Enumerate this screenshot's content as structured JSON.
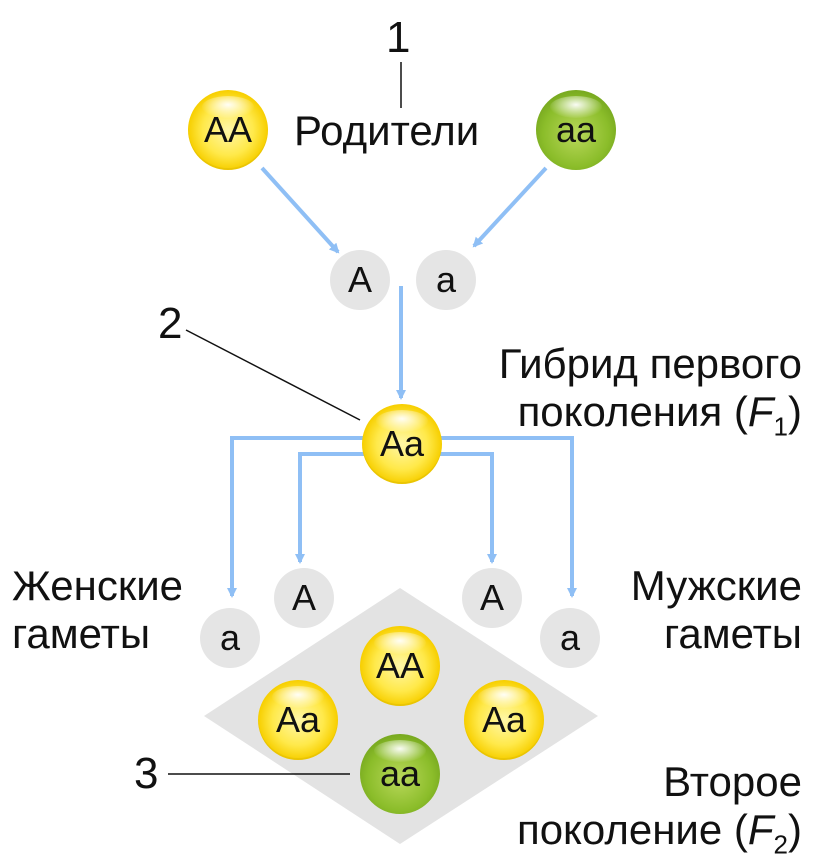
{
  "labels": {
    "parents": "Родители",
    "f1_line1": "Гибрид первого",
    "f1_line2_prefix": "поколения (",
    "f1_symbol": "F",
    "f1_sub": "1",
    "f1_suffix": ")",
    "female_line1": "Женские",
    "female_line2": "гаметы",
    "male_line1": "Мужские",
    "male_line2": "гаметы",
    "f2_line1": "Второе",
    "f2_line2_prefix": "поколение (",
    "f2_symbol": "F",
    "f2_sub": "2",
    "f2_suffix": ")"
  },
  "callouts": {
    "c1": "1",
    "c2": "2",
    "c3": "3"
  },
  "parents": {
    "left": "AA",
    "right": "aa"
  },
  "parent_gametes": {
    "left": "A",
    "right": "a"
  },
  "f1": "Aa",
  "gametes": {
    "female_outer": "a",
    "female_inner": "A",
    "male_inner": "A",
    "male_outer": "a"
  },
  "f2": {
    "top": "AA",
    "left": "Aa",
    "right": "Aa",
    "bottom": "aa"
  },
  "colors": {
    "arrow": "#8fbff5",
    "yellow": "#f7cf00",
    "green": "#8bbd2a",
    "gamete": "#e5e5e5",
    "diamond": "#e3e3e3"
  }
}
